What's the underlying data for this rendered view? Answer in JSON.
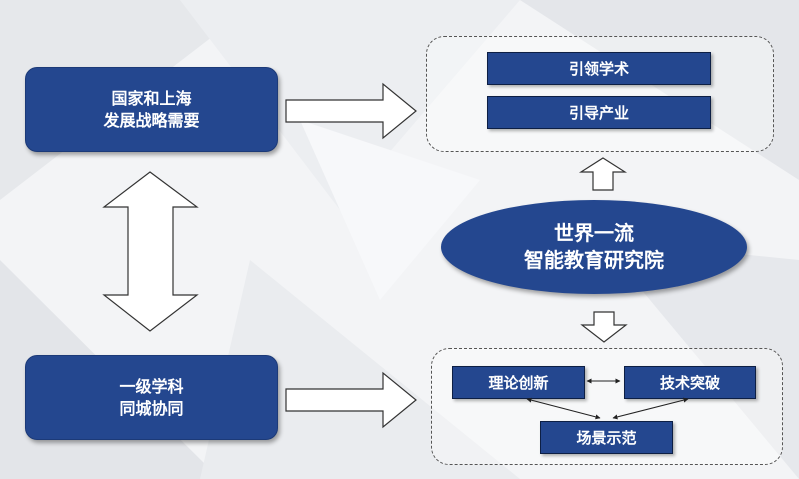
{
  "left_boxes": {
    "top": {
      "line1": "国家和上海",
      "line2": "发展战略需要"
    },
    "bottom": {
      "line1": "一级学科",
      "line2": "同城协同"
    }
  },
  "top_group": {
    "items": [
      "引领学术",
      "引导产业"
    ]
  },
  "center": {
    "line1": "世界一流",
    "line2": "智能教育研究院"
  },
  "bottom_group": {
    "theory": "理论创新",
    "tech": "技术突破",
    "scene": "场景示范"
  },
  "colors": {
    "box_fill": "#24478f",
    "text": "#ffffff",
    "arrow_fill": "#ffffff",
    "arrow_stroke": "#333333"
  }
}
